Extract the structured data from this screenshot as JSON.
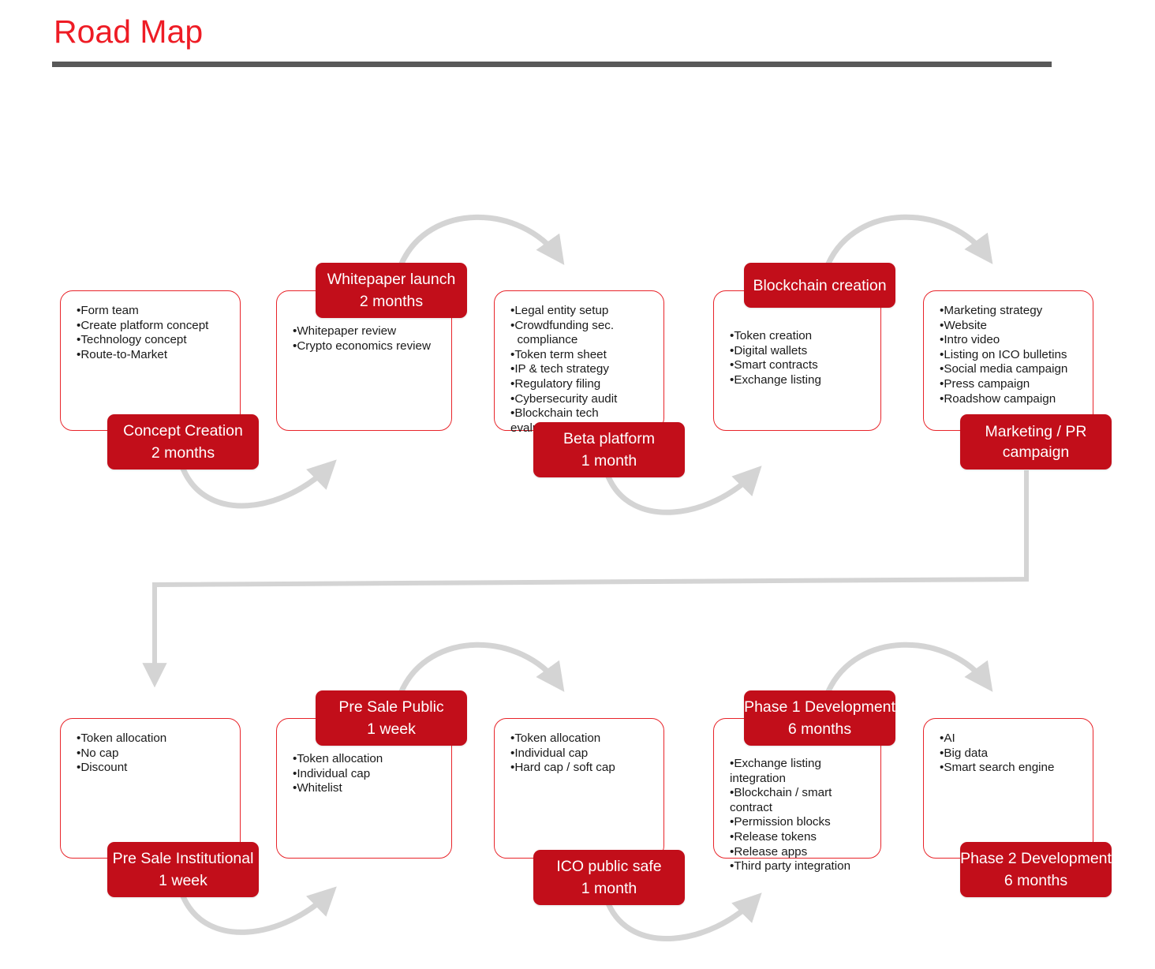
{
  "header": {
    "title": "Road Map",
    "title_color": "#EE1C25",
    "rule_color": "#595959"
  },
  "theme": {
    "chip_red": "#C20E1A",
    "card_border_red": "#E8242A",
    "arrow_gray": "#D4D4D4",
    "text_dark": "#1a1a1a",
    "background": "#ffffff"
  },
  "phases": [
    {
      "id": "concept-creation",
      "label": "Concept Creation",
      "duration": "2 months",
      "chip_position": "bottom",
      "bullets": [
        "•Form team",
        "•Create platform concept",
        "•Technology concept",
        "•Route-to-Market"
      ]
    },
    {
      "id": "whitepaper-launch",
      "label": "Whitepaper launch",
      "duration": "2 months",
      "chip_position": "top",
      "bullets": [
        "•Whitepaper review",
        "•Crypto economics review"
      ]
    },
    {
      "id": "beta-platform",
      "label": "Beta platform",
      "duration": "1 month",
      "chip_position": "bottom",
      "bullets": [
        "•Legal entity setup",
        "•Crowdfunding sec.\n  compliance",
        "•Token term sheet",
        "•IP & tech strategy",
        "•Regulatory filing",
        "•Cybersecurity audit",
        "•Blockchain tech evaluations"
      ]
    },
    {
      "id": "blockchain-creation",
      "label": "Blockchain  creation",
      "duration": "",
      "chip_position": "top",
      "bullets": [
        "•Token creation",
        "•Digital wallets",
        "•Smart contracts",
        "•Exchange listing"
      ]
    },
    {
      "id": "marketing-pr-campaign",
      "label": "Marketing / PR campaign",
      "duration": "",
      "chip_position": "bottom",
      "bullets": [
        "•Marketing strategy",
        "•Website",
        "•Intro video",
        "•Listing on ICO bulletins",
        "•Social media campaign",
        "•Press campaign",
        "•Roadshow campaign"
      ]
    },
    {
      "id": "pre-sale-institutional",
      "label": "Pre Sale Institutional",
      "duration": "1 week",
      "chip_position": "bottom",
      "bullets": [
        "•Token allocation",
        "•No cap",
        "•Discount"
      ]
    },
    {
      "id": "pre-sale-public",
      "label": "Pre Sale Public",
      "duration": "1 week",
      "chip_position": "top",
      "bullets": [
        "•Token allocation",
        "•Individual cap",
        "•Whitelist"
      ]
    },
    {
      "id": "ico-public-safe",
      "label": "ICO public safe",
      "duration": "1 month",
      "chip_position": "bottom",
      "bullets": [
        "•Token allocation",
        "•Individual cap",
        "•Hard cap / soft cap"
      ]
    },
    {
      "id": "phase-1-development",
      "label": "Phase 1 Development",
      "duration": "6 months",
      "chip_position": "top",
      "bullets": [
        "•Exchange listing integration",
        "•Blockchain / smart contract",
        "•Permission blocks",
        "•Release tokens",
        "•Release apps",
        "•Third party integration"
      ]
    },
    {
      "id": "phase-2-development",
      "label": "Phase 2 Development",
      "duration": "6 months",
      "chip_position": "bottom",
      "bullets": [
        "•AI",
        "•Big data",
        "•Smart search engine"
      ]
    }
  ],
  "connectors": [
    {
      "name": "concept-to-whitepaper",
      "shape": "valley-up"
    },
    {
      "name": "whitepaper-to-beta",
      "shape": "arch-down"
    },
    {
      "name": "beta-to-blockchain",
      "shape": "valley-up"
    },
    {
      "name": "blockchain-to-marketing",
      "shape": "arch-down"
    },
    {
      "name": "marketing-to-presale-institutional",
      "shape": "elbow-down-left"
    },
    {
      "name": "presale-institutional-to-presale-public",
      "shape": "valley-up"
    },
    {
      "name": "presale-public-to-ico",
      "shape": "arch-down"
    },
    {
      "name": "ico-to-phase1",
      "shape": "valley-up"
    },
    {
      "name": "phase1-to-phase2",
      "shape": "arch-down"
    }
  ]
}
